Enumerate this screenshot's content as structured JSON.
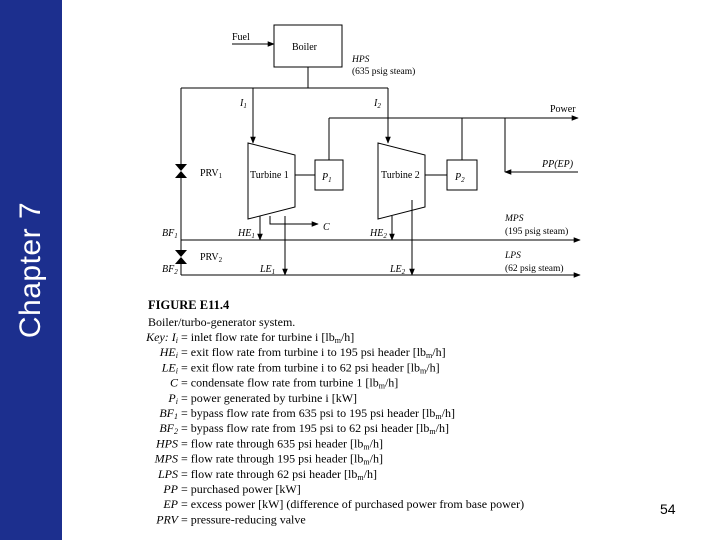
{
  "sidebar": {
    "title": "Chapter 7"
  },
  "page_number": "54",
  "diagram": {
    "boiler": "Boiler",
    "fuel": "Fuel",
    "hps": "HPS",
    "hps_desc": "(635 psig steam)",
    "i1": "I",
    "i2": "I",
    "power": "Power",
    "pp_ep": "PP(EP)",
    "turbine1": "Turbine 1",
    "turbine2": "Turbine 2",
    "p1": "P",
    "p2": "P",
    "prv1": "PRV",
    "prv2": "PRV",
    "c": "C",
    "mps": "MPS",
    "mps_desc": "(195 psig steam)",
    "lps": "LPS",
    "lps_desc": "(62 psig steam)",
    "bf1": "BF",
    "bf2": "BF",
    "he1": "HE",
    "he2": "HE",
    "le1": "LE",
    "le2": "LE",
    "sub1": "1",
    "sub2": "2"
  },
  "caption": {
    "figure": "FIGURE E11.4",
    "title": "Boiler/turbo-generator system."
  },
  "key": [
    {
      "sym": "Key: I",
      "sub": "i",
      "def": "= inlet flow rate for turbine i [lb",
      "unit_sub": "m",
      "tail": "/h]"
    },
    {
      "sym": "HE",
      "sub": "i",
      "def": "= exit flow rate from turbine i to 195 psi header [lb",
      "unit_sub": "m",
      "tail": "/h]"
    },
    {
      "sym": "LE",
      "sub": "i",
      "def": "= exit flow rate from turbine i to 62 psi header [lb",
      "unit_sub": "m",
      "tail": "/h]"
    },
    {
      "sym": "C",
      "sub": "",
      "def": "= condensate flow rate from turbine 1 [lb",
      "unit_sub": "m",
      "tail": "/h]"
    },
    {
      "sym": "P",
      "sub": "i",
      "def": "= power generated by turbine i [kW]",
      "unit_sub": "",
      "tail": ""
    },
    {
      "sym": "BF",
      "sub": "1",
      "def": "= bypass flow rate from 635 psi to 195 psi header [lb",
      "unit_sub": "m",
      "tail": "/h]"
    },
    {
      "sym": "BF",
      "sub": "2",
      "def": "= bypass flow rate from 195 psi to 62 psi header [lb",
      "unit_sub": "m",
      "tail": "/h]"
    },
    {
      "sym": "HPS",
      "sub": "",
      "def": "= flow rate through 635 psi header [lb",
      "unit_sub": "m",
      "tail": "/h]"
    },
    {
      "sym": "MPS",
      "sub": "",
      "def": "= flow rate through 195 psi header [lb",
      "unit_sub": "m",
      "tail": "/h]"
    },
    {
      "sym": "LPS",
      "sub": "",
      "def": "= flow rate through 62 psi header [lb",
      "unit_sub": "m",
      "tail": "/h]"
    },
    {
      "sym": "PP",
      "sub": "",
      "def": "= purchased power [kW]",
      "unit_sub": "",
      "tail": ""
    },
    {
      "sym": "EP",
      "sub": "",
      "def": "= excess power [kW] (difference of purchased power from base power)",
      "unit_sub": "",
      "tail": ""
    },
    {
      "sym": "PRV",
      "sub": "",
      "def": "= pressure-reducing valve",
      "unit_sub": "",
      "tail": ""
    }
  ]
}
